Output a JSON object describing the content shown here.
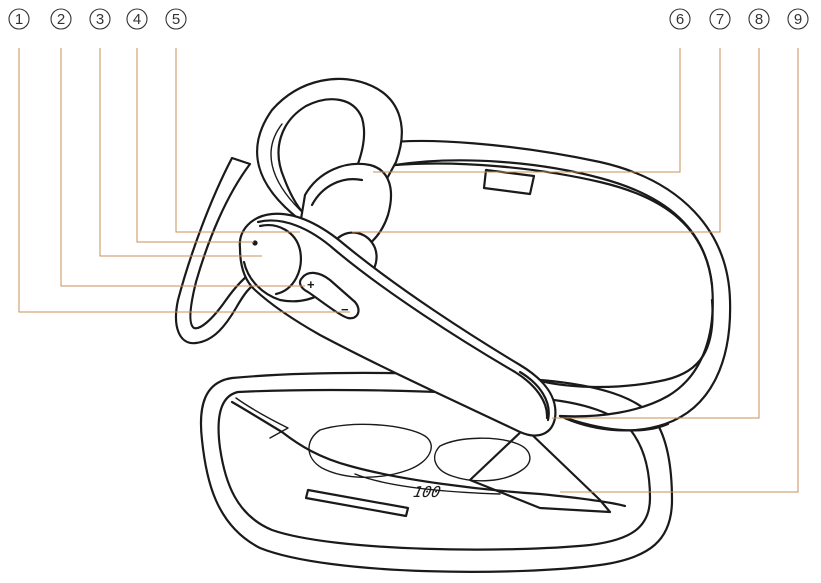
{
  "callouts": [
    {
      "label": "1"
    },
    {
      "label": "2"
    },
    {
      "label": "3"
    },
    {
      "label": "4"
    },
    {
      "label": "5"
    },
    {
      "label": "6"
    },
    {
      "label": "7"
    },
    {
      "label": "8"
    },
    {
      "label": "9"
    }
  ],
  "case_display": {
    "value": "100"
  },
  "buttons": {
    "plus_symbol": "+",
    "minus_symbol": "−"
  },
  "colors": {
    "leader_line": "#c8905a",
    "outline": "#1a1a1a",
    "callout": "#333333"
  }
}
